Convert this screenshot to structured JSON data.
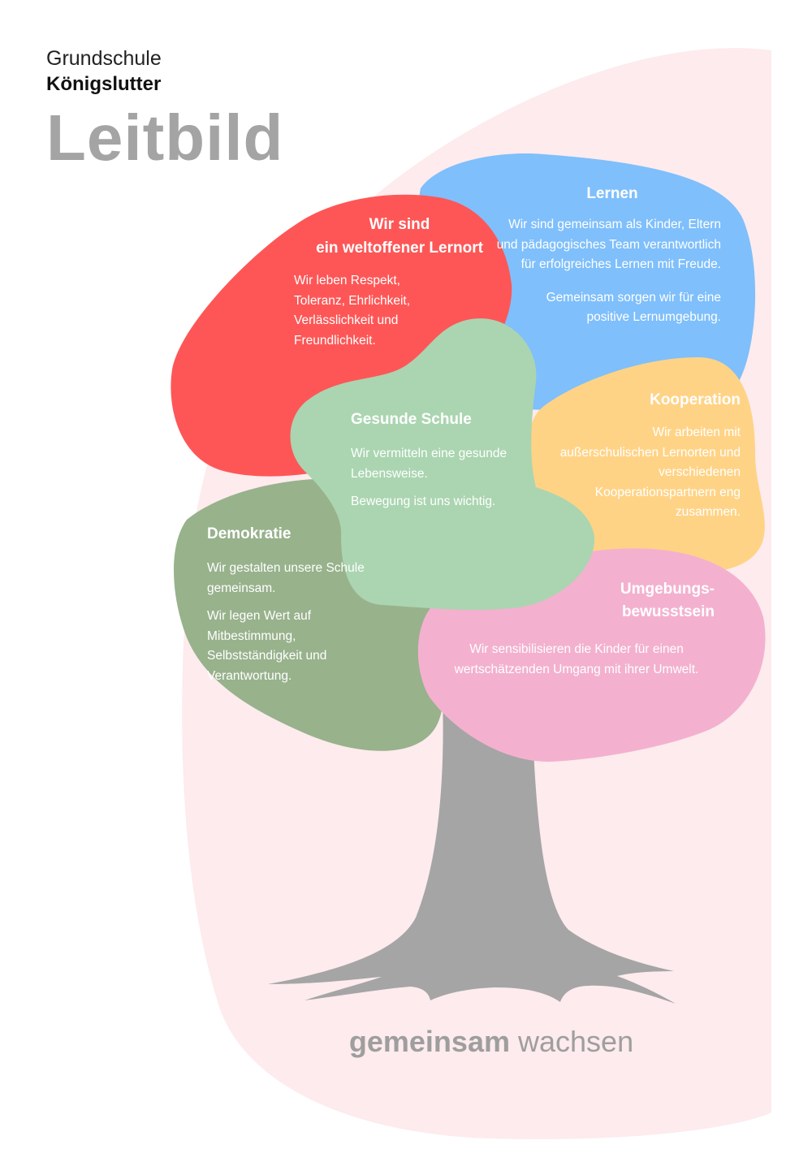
{
  "school": {
    "line1": "Grundschule",
    "line2": "Königslutter"
  },
  "title": "Leitbild",
  "blobs": {
    "weltoffen": {
      "title_line1": "Wir sind",
      "title_line2": "ein weltoffener Lernort",
      "text": "Wir leben Respekt, Toleranz, Ehrlichkeit, Verlässlichkeit und Freundlichkeit.",
      "color": "#fe5656"
    },
    "lernen": {
      "title": "Lernen",
      "text1": "Wir sind gemeinsam als Kinder, Eltern und pädagogisches Team verantwortlich für erfolgreiches Lernen mit Freude.",
      "text2": "Gemeinsam sorgen wir für eine positive Lernumgebung.",
      "color": "#7fbffb"
    },
    "gesund": {
      "title": "Gesunde Schule",
      "text1": "Wir vermitteln eine gesunde Lebensweise.",
      "text2": "Bewegung ist uns wichtig.",
      "color": "#aad5b0"
    },
    "kooperation": {
      "title": "Kooperation",
      "text": "Wir arbeiten mit außerschulischen Lernorten und verschiedenen Kooperationspartnern eng zusammen.",
      "color": "#ffd386"
    },
    "demokratie": {
      "title": "Demokratie",
      "text1": "Wir gestalten unsere Schule gemeinsam.",
      "text2": "Wir legen Wert auf Mitbestimmung, Selbstständigkeit und Verantwortung.",
      "color": "#98b28c"
    },
    "umgebung": {
      "title_line1": "Umgebungs-",
      "title_line2": "bewusstsein",
      "text": "Wir sensibilisieren die Kinder für einen wertschätzenden Umgang mit ihrer Umwelt.",
      "color": "#f3b1cf"
    }
  },
  "slogan": {
    "bold": "gemeinsam",
    "light": "wachsen"
  },
  "colors": {
    "background_shape": "#fdebed",
    "trunk": "#a5a5a5",
    "title_gray": "#a4a4a4"
  },
  "icons": [
    "tree-trunk-icon"
  ]
}
